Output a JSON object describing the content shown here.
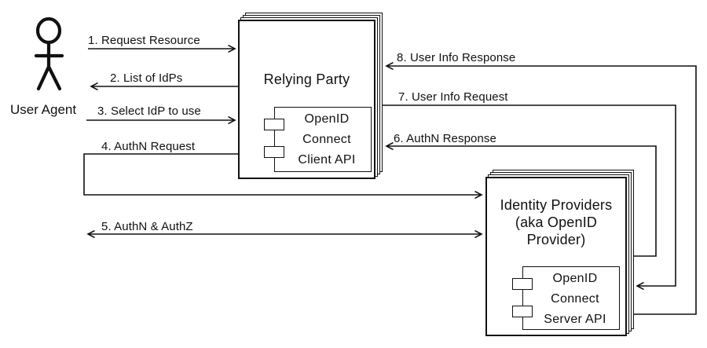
{
  "colors": {
    "background": "#ffffff",
    "line": "#111111"
  },
  "actor": {
    "label": "User Agent",
    "icon": "stick-figure"
  },
  "relying_party": {
    "title": "Relying Party",
    "component_lines": [
      "OpenID",
      "Connect",
      "Client API"
    ]
  },
  "identity_providers": {
    "title_lines": [
      "Identity Providers",
      "(aka OpenID",
      "Provider)"
    ],
    "component_lines": [
      "OpenID",
      "Connect",
      "Server API"
    ]
  },
  "messages": [
    {
      "label": "1. Request Resource",
      "from": "user-agent",
      "to": "relying-party",
      "direction": "right"
    },
    {
      "label": "2. List of IdPs",
      "from": "relying-party",
      "to": "user-agent",
      "direction": "left"
    },
    {
      "label": "3. Select IdP to use",
      "from": "user-agent",
      "to": "relying-party",
      "direction": "right"
    },
    {
      "label": "4. AuthN Request",
      "from": "relying-party",
      "to": "identity-providers",
      "direction": "right"
    },
    {
      "label": "5. AuthN & AuthZ",
      "from": "user-agent",
      "to": "identity-providers",
      "direction": "both"
    },
    {
      "label": "6. AuthN Response",
      "from": "identity-providers",
      "to": "relying-party",
      "direction": "left"
    },
    {
      "label": "7. User Info Request",
      "from": "relying-party",
      "to": "identity-providers",
      "direction": "right"
    },
    {
      "label": "8. User Info Response",
      "from": "identity-providers",
      "to": "relying-party",
      "direction": "left"
    }
  ]
}
